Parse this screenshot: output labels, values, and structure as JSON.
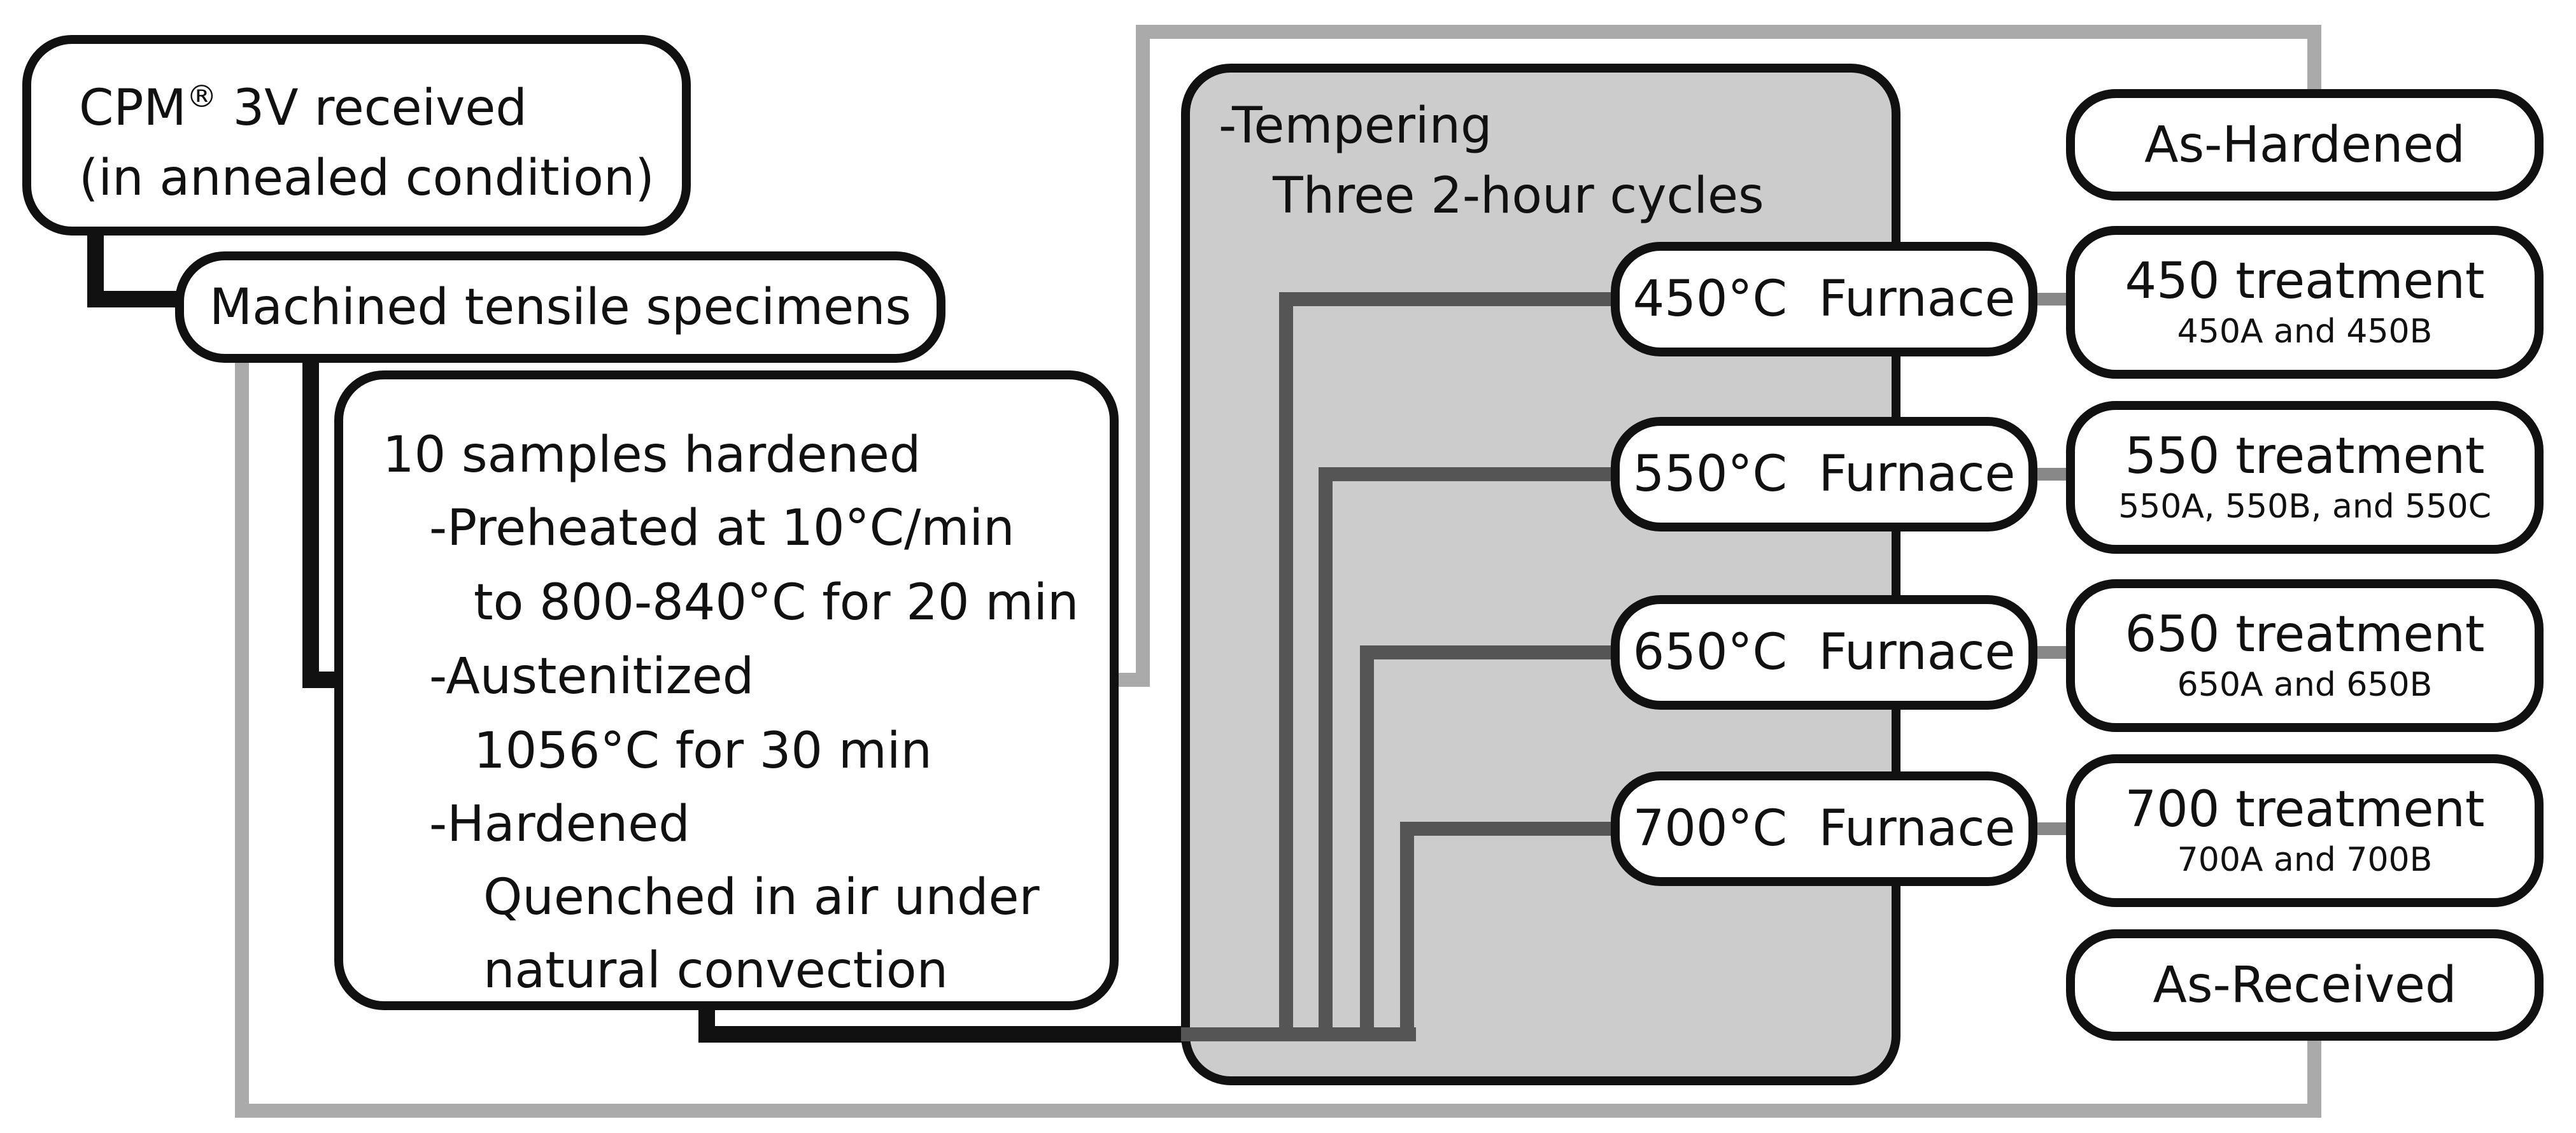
{
  "colors": {
    "box_fill": "#ffffff",
    "box_border": "#111111",
    "tempering_fill": "#cccccc",
    "primary_flow_line": "#111111",
    "furnace_line": "#555555",
    "bypass_line": "#aaaaaa"
  },
  "received": {
    "line1_prefix": "CPM",
    "registered_mark": "®",
    "line1_suffix": " 3V received",
    "line2": "(in annealed condition)"
  },
  "machined": {
    "label": "Machined tensile specimens"
  },
  "hardening": {
    "lines": [
      "10 samples hardened",
      "-Preheated at 10°C/min",
      "to 800-840°C for 20 min",
      "-Austenitized",
      "1056°C for 30 min",
      "-Hardened",
      "Quenched in air under",
      "natural convection"
    ]
  },
  "tempering": {
    "title": "-Tempering",
    "subtitle": "Three 2-hour cycles"
  },
  "furnaces": [
    {
      "label": "450°C  Furnace"
    },
    {
      "label": "550°C  Furnace"
    },
    {
      "label": "650°C  Furnace"
    },
    {
      "label": "700°C  Furnace"
    }
  ],
  "outcomes": {
    "as_hardened": "As-Hardened",
    "treatments": [
      {
        "title": "450 treatment",
        "samples": "450A and 450B"
      },
      {
        "title": "550 treatment",
        "samples": "550A, 550B, and 550C"
      },
      {
        "title": "650 treatment",
        "samples": "650A and 650B"
      },
      {
        "title": "700 treatment",
        "samples": "700A and 700B"
      }
    ],
    "as_received": "As-Received"
  }
}
